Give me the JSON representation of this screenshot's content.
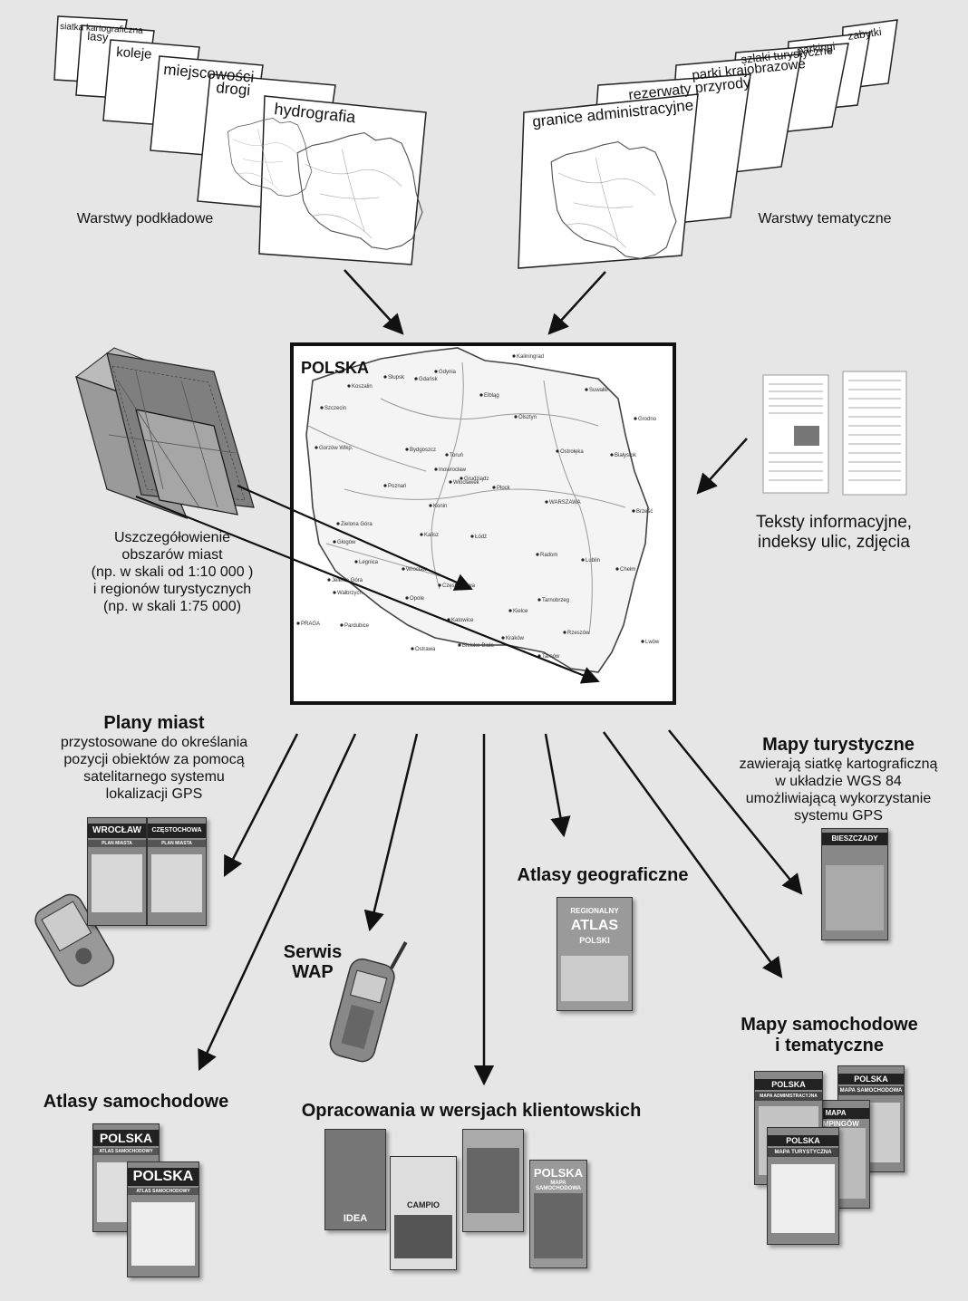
{
  "base_layers": {
    "caption": "Warstwy podkładowe",
    "items": [
      "siatka kartograficzna",
      "lasy",
      "koleje",
      "miejscowości",
      "drogi",
      "hydrografia"
    ]
  },
  "thematic_layers": {
    "caption": "Warstwy tematyczne",
    "items": [
      "zabytki",
      "parkingi",
      "szlaki turystyczne",
      "parki krajobrazowe",
      "rezerwaty przyrody",
      "granice administracyjne"
    ]
  },
  "central_map": {
    "title": "POLSKA",
    "cities": [
      "Kaliningrad",
      "Gdynia",
      "Gdańsk",
      "Słupsk",
      "Koszalin",
      "Elbląg",
      "Olsztyn",
      "Suwałki",
      "Grodno",
      "Szczecin",
      "Bydgoszcz",
      "Toruń",
      "Grudziądz",
      "Ostrołęka",
      "Białystok",
      "Gorzów Wlkp.",
      "Inowrocław",
      "Włocławek",
      "Płock",
      "WARSZAWA",
      "Poznań",
      "Konin",
      "Brześć",
      "Zielona Góra",
      "Kalisz",
      "Łódź",
      "Radom",
      "Lublin",
      "Chełm",
      "Głogów",
      "Legnica",
      "Wrocław",
      "Jelenia Góra",
      "Wałbrzych",
      "Opole",
      "Częstochowa",
      "Kielce",
      "Tarnobrzeg",
      "PRAGA",
      "Pardubice",
      "Katowice",
      "Kraków",
      "Tarnów",
      "Rzeszów",
      "Lwów",
      "Ostrawa",
      "Bielsko-Biała"
    ]
  },
  "detail_caption": [
    "Uszczegółowienie",
    "obszarów miast",
    "(np. w skali od 1:10 000 )",
    "i regionów turystycznych",
    "(np. w skali 1:75 000)"
  ],
  "texts_caption": [
    "Teksty informacyjne,",
    "indeksy ulic, zdjęcia"
  ],
  "products": {
    "city_plans": {
      "title": "Plany miast",
      "desc": [
        "przystosowane do określania",
        "pozycji obiektów za pomocą",
        "satelitarnego systemu",
        "lokalizacji GPS"
      ],
      "covers": [
        "WROCŁAW",
        "CZĘSTOCHOWA"
      ],
      "cover_sub": "PLAN MIASTA"
    },
    "wap": {
      "title_lines": [
        "Serwis",
        "WAP"
      ]
    },
    "geo_atlases": {
      "title": "Atlasy geograficzne",
      "cover_lines": [
        "REGIONALNY",
        "ATLAS",
        "POLSKI"
      ]
    },
    "tourist_maps": {
      "title": "Mapy turystyczne",
      "desc": [
        "zawierają siatkę kartograficzną",
        "w układzie WGS 84",
        "umożliwiającą wykorzystanie",
        "systemu GPS"
      ],
      "cover": "BIESZCZADY"
    },
    "car_atlases": {
      "title": "Atlasy samochodowe",
      "cover": "POLSKA",
      "cover_sub": "ATLAS SAMOCHODOWY"
    },
    "client_versions": {
      "title": "Opracowania w wersjach klientowskich",
      "covers": [
        "IDEA",
        "CAMPIO",
        "POLSKA",
        "MAPA SAMOCHODOWA"
      ]
    },
    "car_thematic": {
      "title_lines": [
        "Mapy samochodowe",
        "i tematyczne"
      ],
      "covers": [
        "POLSKA",
        "MAPA ADMINISTRACYJNA",
        "POLSKA",
        "MAPA SAMOCHODOWA",
        "MAPA CAMPINGÓW",
        "POLSKA",
        "MAPA TURYSTYCZNA"
      ]
    }
  }
}
